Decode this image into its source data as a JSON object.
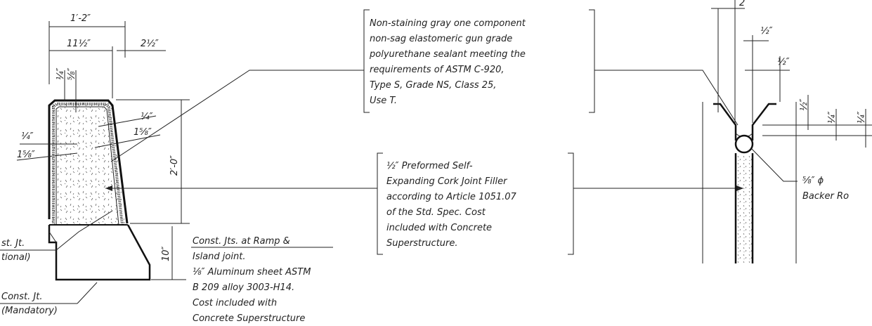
{
  "dimensions": {
    "width_total": "1′-2″",
    "width_top": "11½″",
    "width_right": "2½″",
    "top_quarter": "¼″",
    "top_five_eighths": "⅝″",
    "right_quarter": "¼″",
    "right_five_eighths": "1⅝″",
    "left_quarter": "¼″",
    "left_five_eighths": "1⅝″",
    "height": "2′-0″",
    "base_height": "10″",
    "joint_width": "2",
    "joint_half_1": "½″",
    "joint_half_2": "½″",
    "joint_half_3": "½″",
    "joint_quarter_1": "¼″",
    "joint_quarter_2": "¼″"
  },
  "labels": {
    "const_jt_opt_line1": "st. Jt.",
    "const_jt_opt_line2": "tional)",
    "const_jt_mand_line1": "Const. Jt.",
    "const_jt_mand_line2": "(Mandatory)",
    "ramp_note": [
      "Const. Jts. at Ramp &",
      "Island joint.",
      "⅛″ Aluminum sheet ASTM",
      "B 209 alloy 3003-H14.",
      "Cost included with",
      "Concrete Superstructure"
    ],
    "sealant_note": [
      "Non-staining gray one component",
      "non-sag elastomeric gun grade",
      "polyurethane sealant meeting the",
      "requirements of ASTM C-920,",
      "Type S, Grade NS, Class 25,",
      "Use T."
    ],
    "filler_note": [
      "½″ Preformed Self-",
      "Expanding Cork Joint Filler",
      "according to Article 1051.07",
      "of the Std. Spec.  Cost",
      "included with Concrete",
      "Superstructure."
    ],
    "backer_rod_line1": "⅝″ ϕ",
    "backer_rod_line2": "Backer Ro"
  }
}
